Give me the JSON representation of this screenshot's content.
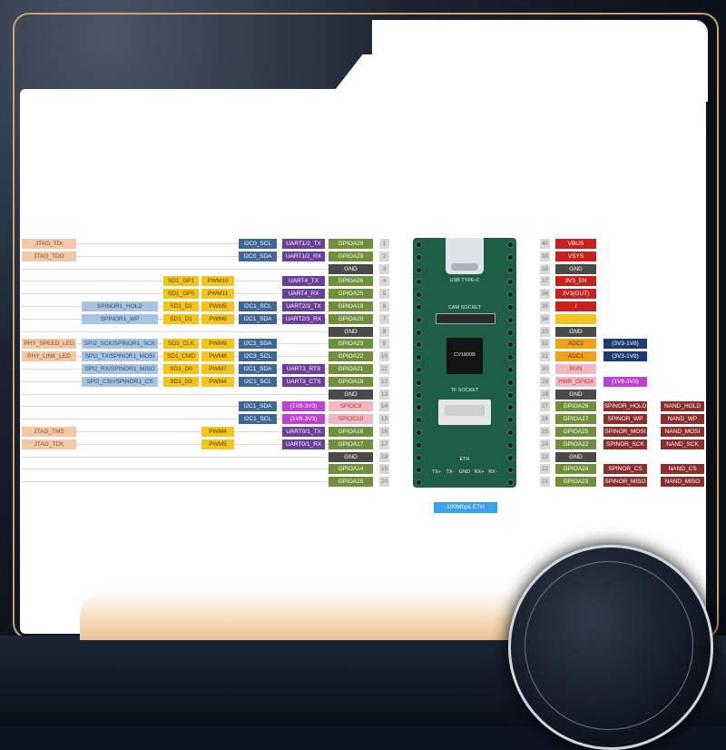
{
  "left_labels": [
    {
      "row": 0,
      "col": 0,
      "text": "JTAG_TDI",
      "c": "sal"
    },
    {
      "row": 0,
      "col": 4,
      "text": "I2C0_SCL",
      "c": "blue"
    },
    {
      "row": 0,
      "col": 5,
      "text": "UART1/2_TX",
      "c": "purple"
    },
    {
      "row": 0,
      "col": 6,
      "text": "GPIOA28",
      "c": "green"
    },
    {
      "row": 1,
      "col": 0,
      "text": "JTAG_TDO",
      "c": "sal"
    },
    {
      "row": 1,
      "col": 4,
      "text": "I2C0_SDA",
      "c": "blue"
    },
    {
      "row": 1,
      "col": 5,
      "text": "UART1/2_RX",
      "c": "purple"
    },
    {
      "row": 1,
      "col": 6,
      "text": "GPIOA29",
      "c": "green"
    },
    {
      "row": 2,
      "col": 6,
      "text": "GND",
      "c": "dark"
    },
    {
      "row": 3,
      "col": 2,
      "text": "SD1_GP1",
      "c": "yellow"
    },
    {
      "row": 3,
      "col": 3,
      "text": "PWM10",
      "c": "yellow"
    },
    {
      "row": 3,
      "col": 5,
      "text": "UART4_TX",
      "c": "purple"
    },
    {
      "row": 3,
      "col": 6,
      "text": "GPIOA26",
      "c": "green"
    },
    {
      "row": 4,
      "col": 2,
      "text": "SD1_GP0",
      "c": "yellow"
    },
    {
      "row": 4,
      "col": 3,
      "text": "PWM11",
      "c": "yellow"
    },
    {
      "row": 4,
      "col": 5,
      "text": "UART4_RX",
      "c": "purple"
    },
    {
      "row": 4,
      "col": 6,
      "text": "GPIOA25",
      "c": "green"
    },
    {
      "row": 5,
      "col": 1,
      "text": "SPINOR1_HOLD",
      "c": "lblue"
    },
    {
      "row": 5,
      "col": 2,
      "text": "SD1_D2",
      "c": "yellow"
    },
    {
      "row": 5,
      "col": 3,
      "text": "PWM5",
      "c": "yellow"
    },
    {
      "row": 5,
      "col": 4,
      "text": "I2C1_SCL",
      "c": "blue"
    },
    {
      "row": 5,
      "col": 5,
      "text": "UART2/3_TX",
      "c": "purple"
    },
    {
      "row": 5,
      "col": 6,
      "text": "GPIOA19",
      "c": "green"
    },
    {
      "row": 6,
      "col": 1,
      "text": "SPINOR1_WP",
      "c": "lblue"
    },
    {
      "row": 6,
      "col": 2,
      "text": "SD1_D1",
      "c": "yellow"
    },
    {
      "row": 6,
      "col": 3,
      "text": "PWM6",
      "c": "yellow"
    },
    {
      "row": 6,
      "col": 4,
      "text": "I2C1_SDA",
      "c": "blue"
    },
    {
      "row": 6,
      "col": 5,
      "text": "UART2/3_RX",
      "c": "purple"
    },
    {
      "row": 6,
      "col": 6,
      "text": "GPIOA20",
      "c": "green"
    },
    {
      "row": 7,
      "col": 6,
      "text": "GND",
      "c": "dark"
    },
    {
      "row": 8,
      "col": 0,
      "text": "PHY_SPEED_LED",
      "c": "sal"
    },
    {
      "row": 8,
      "col": 1,
      "text": "SPI2_SCK/SPINOR1_SCK",
      "c": "lblue"
    },
    {
      "row": 8,
      "col": 2,
      "text": "SD1_CLK",
      "c": "yellow"
    },
    {
      "row": 8,
      "col": 3,
      "text": "PWM9",
      "c": "yellow"
    },
    {
      "row": 8,
      "col": 4,
      "text": "I2C3_SDA",
      "c": "blue"
    },
    {
      "row": 8,
      "col": 6,
      "text": "GPIOA23",
      "c": "green"
    },
    {
      "row": 9,
      "col": 0,
      "text": "PHY_LINK_LED",
      "c": "sal"
    },
    {
      "row": 9,
      "col": 1,
      "text": "SPI2_TX/SPINOR1_MOSI",
      "c": "lblue"
    },
    {
      "row": 9,
      "col": 2,
      "text": "SD1_CMD",
      "c": "yellow"
    },
    {
      "row": 9,
      "col": 3,
      "text": "PWM8",
      "c": "yellow"
    },
    {
      "row": 9,
      "col": 4,
      "text": "I2C3_SCL",
      "c": "blue"
    },
    {
      "row": 9,
      "col": 6,
      "text": "GPIOA22",
      "c": "green"
    },
    {
      "row": 10,
      "col": 1,
      "text": "SPI2_RX/SPINOR1_MISO",
      "c": "lblue"
    },
    {
      "row": 10,
      "col": 2,
      "text": "SD1_D0",
      "c": "yellow"
    },
    {
      "row": 10,
      "col": 3,
      "text": "PWM7",
      "c": "yellow"
    },
    {
      "row": 10,
      "col": 4,
      "text": "I2C1_SDA",
      "c": "blue"
    },
    {
      "row": 10,
      "col": 5,
      "text": "UART3_RTS",
      "c": "purple"
    },
    {
      "row": 10,
      "col": 6,
      "text": "GPIOA21",
      "c": "green"
    },
    {
      "row": 11,
      "col": 1,
      "text": "SPI2_CSn/SPINOR1_CS",
      "c": "lblue"
    },
    {
      "row": 11,
      "col": 2,
      "text": "SD1_D3",
      "c": "yellow"
    },
    {
      "row": 11,
      "col": 3,
      "text": "PWM4",
      "c": "yellow"
    },
    {
      "row": 11,
      "col": 4,
      "text": "I2C1_SCL",
      "c": "blue"
    },
    {
      "row": 11,
      "col": 5,
      "text": "UART3_CTS",
      "c": "purple"
    },
    {
      "row": 11,
      "col": 6,
      "text": "GPIOA18",
      "c": "green"
    },
    {
      "row": 12,
      "col": 6,
      "text": "GND",
      "c": "dark"
    },
    {
      "row": 13,
      "col": 4,
      "text": "I2C1_SDA",
      "c": "blue"
    },
    {
      "row": 13,
      "col": 5,
      "text": "(1V8-3V3)",
      "c": "mag"
    },
    {
      "row": 13,
      "col": 6,
      "text": "SPIOC9",
      "c": "pink"
    },
    {
      "row": 14,
      "col": 4,
      "text": "I2C1_SCL",
      "c": "blue"
    },
    {
      "row": 14,
      "col": 5,
      "text": "(1V8-3V3)",
      "c": "mag"
    },
    {
      "row": 14,
      "col": 6,
      "text": "SPIOC10",
      "c": "pink"
    },
    {
      "row": 15,
      "col": 0,
      "text": "JTAG_TMS",
      "c": "sal"
    },
    {
      "row": 15,
      "col": 3,
      "text": "PWM4",
      "c": "yellow"
    },
    {
      "row": 15,
      "col": 5,
      "text": "UART0/1_TX",
      "c": "purple"
    },
    {
      "row": 15,
      "col": 6,
      "text": "GPIOA16",
      "c": "green"
    },
    {
      "row": 16,
      "col": 0,
      "text": "JTAG_TCK",
      "c": "sal"
    },
    {
      "row": 16,
      "col": 3,
      "text": "PWM5",
      "c": "yellow"
    },
    {
      "row": 16,
      "col": 5,
      "text": "UART0/1_RX",
      "c": "purple"
    },
    {
      "row": 16,
      "col": 6,
      "text": "GPIOA17",
      "c": "green"
    },
    {
      "row": 17,
      "col": 6,
      "text": "GND",
      "c": "dark"
    },
    {
      "row": 18,
      "col": 6,
      "text": "GPIOA14",
      "c": "green"
    },
    {
      "row": 19,
      "col": 6,
      "text": "GPIOA15",
      "c": "green"
    }
  ],
  "right_labels": [
    {
      "row": 0,
      "col": 0,
      "text": "VBUS",
      "c": "red"
    },
    {
      "row": 1,
      "col": 0,
      "text": "VSYS",
      "c": "red"
    },
    {
      "row": 2,
      "col": 0,
      "text": "GND",
      "c": "dark"
    },
    {
      "row": 3,
      "col": 0,
      "text": "3V3_EN",
      "c": "red"
    },
    {
      "row": 4,
      "col": 0,
      "text": "3V3(OUT)",
      "c": "red"
    },
    {
      "row": 5,
      "col": 0,
      "text": "/",
      "c": "red"
    },
    {
      "row": 6,
      "col": 0,
      "text": "",
      "c": "yellow"
    },
    {
      "row": 7,
      "col": 0,
      "text": "GND",
      "c": "dark"
    },
    {
      "row": 8,
      "col": 0,
      "text": "ADC2",
      "c": "ora"
    },
    {
      "row": 8,
      "col": 1,
      "text": "(3V3-1V8)",
      "c": "navy"
    },
    {
      "row": 9,
      "col": 0,
      "text": "ADC1",
      "c": "ora"
    },
    {
      "row": 9,
      "col": 1,
      "text": "(3V3-1V8)",
      "c": "navy"
    },
    {
      "row": 10,
      "col": 0,
      "text": "RUN",
      "c": "pink"
    },
    {
      "row": 11,
      "col": 0,
      "text": "PWR_GPIO4",
      "c": "pink"
    },
    {
      "row": 11,
      "col": 1,
      "text": "(1V8-3V3)",
      "c": "mag"
    },
    {
      "row": 12,
      "col": 0,
      "text": "GND",
      "c": "dark"
    },
    {
      "row": 13,
      "col": 0,
      "text": "GPIOA26",
      "c": "green"
    },
    {
      "row": 13,
      "col": 1,
      "text": "SPINOR_HOLD",
      "c": "brown"
    },
    {
      "row": 13,
      "col": 2,
      "text": "NAND_HOLD",
      "c": "brown"
    },
    {
      "row": 14,
      "col": 0,
      "text": "GPIOA27",
      "c": "green"
    },
    {
      "row": 14,
      "col": 1,
      "text": "SPINOR_WP",
      "c": "brown"
    },
    {
      "row": 14,
      "col": 2,
      "text": "NAND_WP",
      "c": "brown"
    },
    {
      "row": 15,
      "col": 0,
      "text": "GPIOA25",
      "c": "green"
    },
    {
      "row": 15,
      "col": 1,
      "text": "SPINOR_MOSI",
      "c": "brown"
    },
    {
      "row": 15,
      "col": 2,
      "text": "NAND_MOSI",
      "c": "brown"
    },
    {
      "row": 16,
      "col": 0,
      "text": "GPIOA22",
      "c": "green"
    },
    {
      "row": 16,
      "col": 1,
      "text": "SPINOR_SCK",
      "c": "brown"
    },
    {
      "row": 16,
      "col": 2,
      "text": "NAND_SCK",
      "c": "brown"
    },
    {
      "row": 17,
      "col": 0,
      "text": "GND",
      "c": "dark"
    },
    {
      "row": 18,
      "col": 0,
      "text": "GPIOA24",
      "c": "green"
    },
    {
      "row": 18,
      "col": 1,
      "text": "SPINOR_CS",
      "c": "brown"
    },
    {
      "row": 18,
      "col": 2,
      "text": "NAND_CS",
      "c": "brown"
    },
    {
      "row": 19,
      "col": 0,
      "text": "GPIOA23",
      "c": "green"
    },
    {
      "row": 19,
      "col": 1,
      "text": "SPINOR_MISO",
      "c": "brown"
    },
    {
      "row": 19,
      "col": 2,
      "text": "NAND_MISO",
      "c": "brown"
    }
  ],
  "left_pin_numbers": [
    "1",
    "2",
    "3",
    "4",
    "5",
    "6",
    "7",
    "8",
    "9",
    "10",
    "11",
    "12",
    "13",
    "14",
    "15",
    "16",
    "17",
    "18",
    "19",
    "20"
  ],
  "right_pin_numbers": [
    "40",
    "39",
    "38",
    "37",
    "36",
    "35",
    "34",
    "33",
    "32",
    "31",
    "30",
    "29",
    "28",
    "27",
    "26",
    "25",
    "24",
    "23",
    "22",
    "21"
  ],
  "board": {
    "usb_label": "USB TYPE-C",
    "cam_label": "CAM SOCKET",
    "chip_label": "CV1800B",
    "tf_label": "TF SOCKET",
    "eth_label": "ETH",
    "eth_pins": [
      "TX+",
      "TX-",
      "GND",
      "RX+",
      "RX-"
    ]
  },
  "eth_caption": "100Mbps ETH",
  "colors": {
    "frame": "#c9a56a",
    "board": "#1e5e45"
  }
}
